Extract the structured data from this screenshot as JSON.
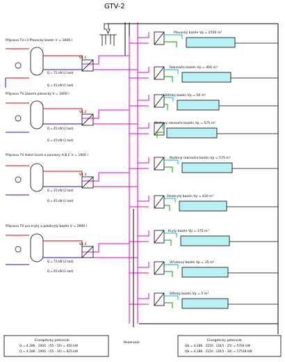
{
  "title": "GTV-2",
  "left_blocks": [
    {
      "heading": "Příprava TV+3 Plavecký bazén  V = 1600 l",
      "valve": "V1.1",
      "line_red": "Q = 75 kW (2 hod)",
      "line_blue": "Q = 45 kW (1 hod)"
    },
    {
      "heading": "Příprava TV zázemí plavecký  V = 1600 l",
      "valve": "V1.2",
      "line_red": "Q = 45 kW (2 hod)",
      "line_blue": "Q = 45 kW (1 hod)"
    },
    {
      "heading": "Příprava TV Hotel Gurdi a pavilony A,B,C  V = 1600 l",
      "valve": "V1.3",
      "line_red": "Q = 35 kW (2 hod)",
      "line_blue": "Q = 45 kW (1 hod)"
    },
    {
      "heading": "Příprava TV pro krytý a polokrytý bazén  V = 2600 l",
      "valve": "V1.4",
      "line_red": "Q = 75 kW (2 hod)",
      "line_blue": "Q = 65 kW (1 hod)"
    }
  ],
  "pools": [
    {
      "label": "Plavecký bazén  Vp = 2550 m³"
    },
    {
      "label": "Rekreační bazén  Vp = 400 m³"
    },
    {
      "label": "Dětský bazén  Vp = 50 m³"
    },
    {
      "label": "Skokový rekreační bazén  Vp = 575 m³"
    },
    {
      "label": "Rodinný rekreační bazén  Vp = 575 m³"
    },
    {
      "label": "Polokrytý bazén  Vp = 420 m³"
    },
    {
      "label": "Krytý bazén  Vp = 375 m³"
    },
    {
      "label": "Vířivkový bazén  Vp = 35 m³"
    },
    {
      "label": "Dětský bazén  Vp = 5 m³"
    }
  ],
  "legend_left": {
    "title": "Energetický potenciál",
    "line1": "Q = 4,186 . 1000 . (55 - 10) = 450 kW",
    "line2": "Q = 4,186 . 1000 . (55 - 10) = 625 kW"
  },
  "legend_right": {
    "title": "Energetický potenciál",
    "line1": "Qb = 4,186 . 2150 . (28,5 - 25) = 5704 kW",
    "line2": "Qb = 4,186 . 2150 . (28,5 - 10) = 17528 kW"
  },
  "bottom_label": "Rezervoár",
  "colors": {
    "magenta": "#e000d0",
    "red": "#e00000",
    "blue": "#1010d0",
    "cyan": "#00b8c8",
    "green": "#00a000",
    "pool_fill": "#b8f0f4"
  }
}
